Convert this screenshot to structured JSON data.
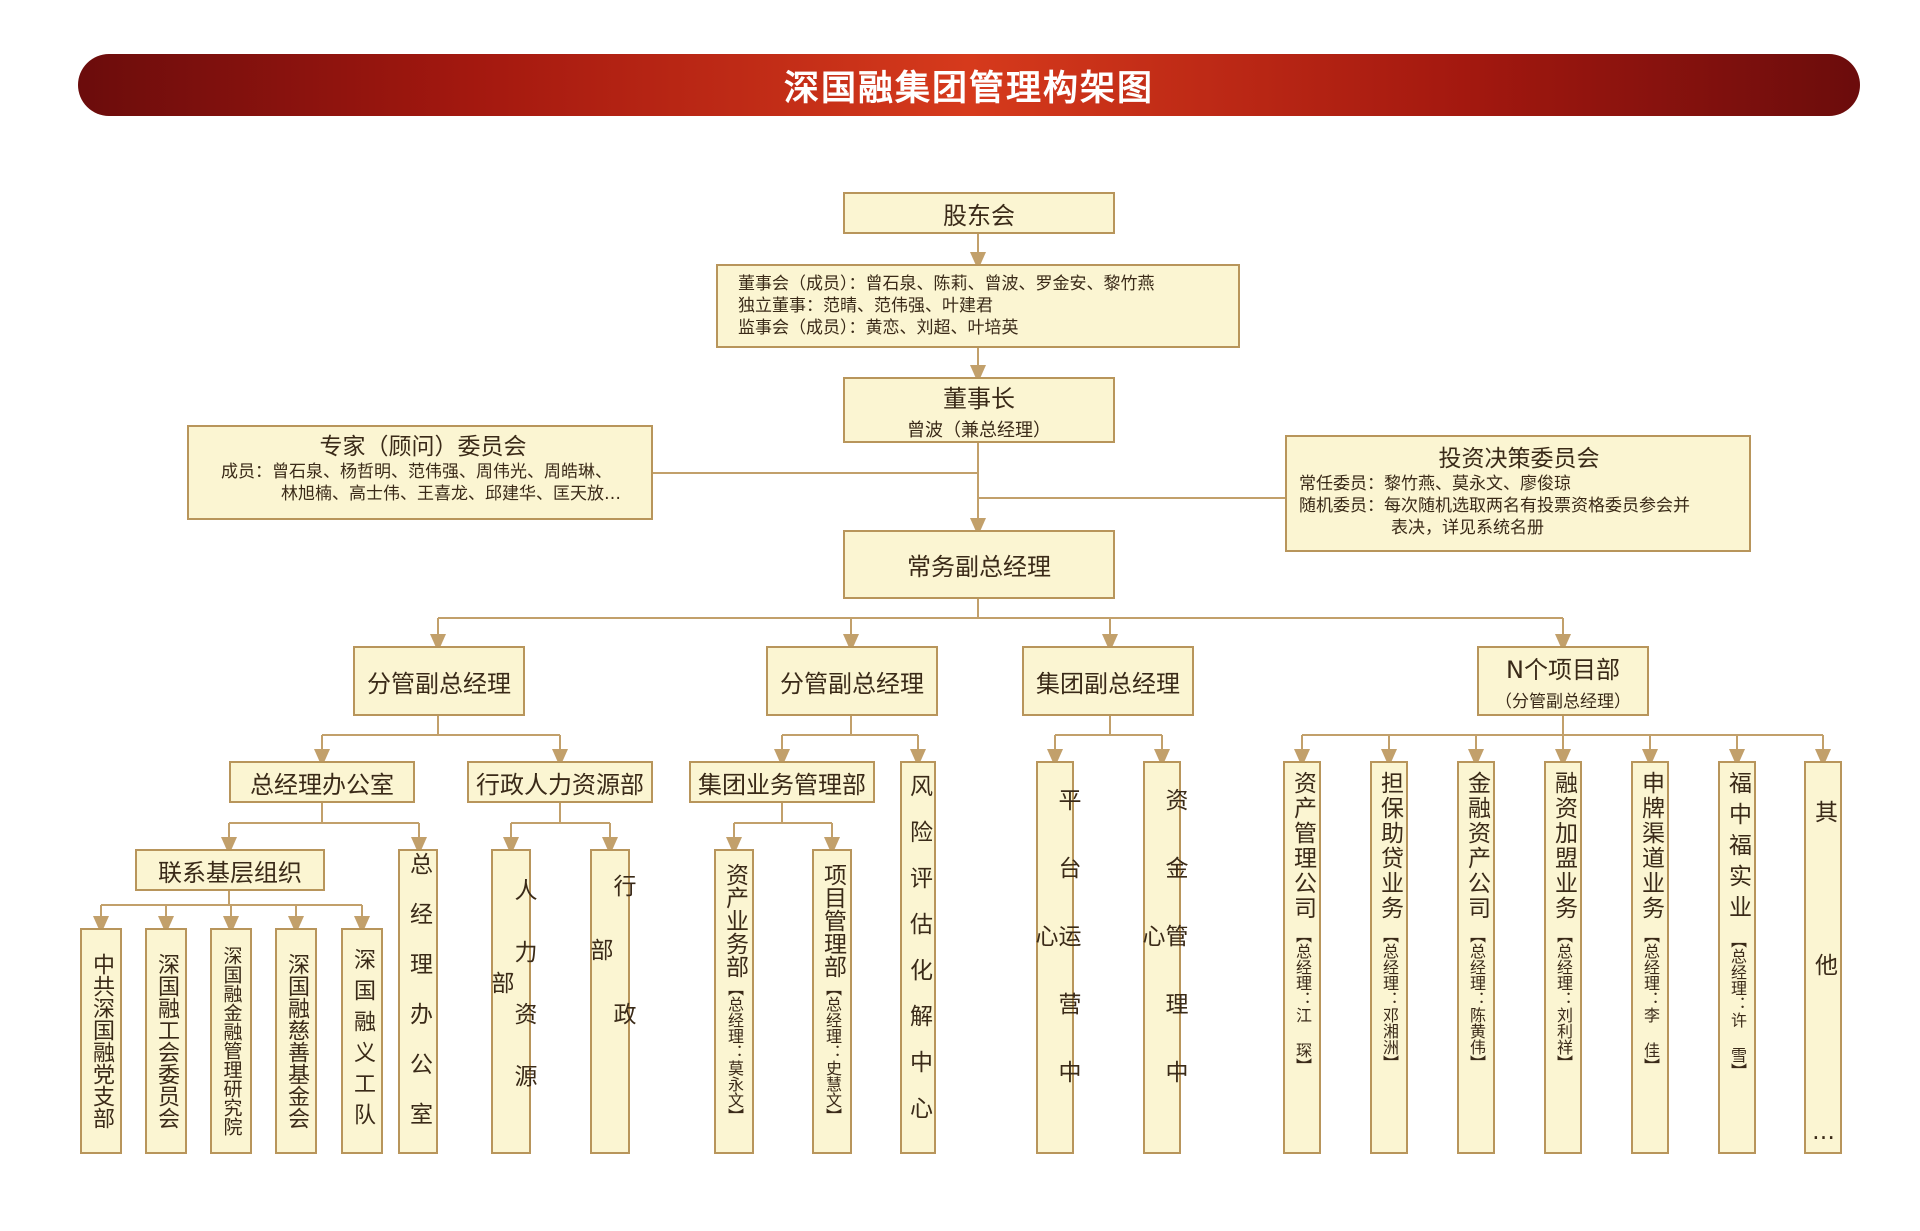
{
  "title": "深国融集团管理构架图",
  "nodes": {
    "shareholders": "股东会",
    "board": {
      "line1": "董事会（成员）：曾石泉、陈莉、曾波、罗金安、黎竹燕",
      "line2": "独立董事：范晴、范伟强、叶建君",
      "line3": "监事会（成员）：黄恋、刘超、叶培英"
    },
    "chairman": {
      "title": "董事长",
      "sub": "曾波（兼总经理）"
    },
    "experts": {
      "title": "专家（顾问）委员会",
      "line1": "成员：曾石泉、杨哲明、范伟强、周伟光、周皓琳、",
      "line2": "林旭楠、高士伟、王喜龙、邱建华、匡天放…"
    },
    "investment": {
      "title": "投资决策委员会",
      "line1": "常任委员：黎竹燕、莫永文、廖俊琼",
      "line2": "随机委员：每次随机选取两名有投票资格委员参会并",
      "line3": "表决，详见系统名册"
    },
    "executive_vp": "常务副总经理",
    "vp1": "分管副总经理",
    "vp2": "分管副总经理",
    "group_vp": "集团副总经理",
    "n_projects": {
      "title": "N个项目部",
      "sub": "（分管副总经理）"
    },
    "gm_office": "总经理办公室",
    "hr_admin": "行政人力资源部",
    "liaison": "联系基层组织",
    "party_branch": "中共深国融党支部",
    "union": "深国融工会委员会",
    "research": "深国融金融管理研究院",
    "charity": "深国融慈善基金会",
    "volunteer": "深国融义工队",
    "gm_office_v": "总经理办公室",
    "hr_dept": "人力资源部",
    "admin_dept": "行政部",
    "group_biz": "集团业务管理部",
    "asset_biz": {
      "title": "资产业务部",
      "sub": "【总经理：莫永文】"
    },
    "project_mgmt": {
      "title": "项目管理部",
      "sub": "【总经理：史慧文】"
    },
    "risk": "风险评估化解中心",
    "platform": "平台运营中心",
    "capital": "资金管理中心",
    "asset_company": {
      "title": "资产管理公司",
      "sub": "【总经理：江 琛】"
    },
    "guarantee": {
      "title": "担保助贷业务",
      "sub": "【总经理：邓湘洲】"
    },
    "fin_asset": {
      "title": "金融资产公司",
      "sub": "【总经理：陈黄伟】"
    },
    "franchise": {
      "title": "融资加盟业务",
      "sub": "【总经理：刘利祥】"
    },
    "license": {
      "title": "申牌渠道业务",
      "sub": "【总经理：李 佳】"
    },
    "fuzhongfu": {
      "title": "福中福实业",
      "sub": "【总经理：许 雪】"
    },
    "others": {
      "title": "其他",
      "dots": "…"
    }
  },
  "colors": {
    "banner": "#b0200f",
    "box_fill": "#fbf5d2",
    "box_border": "#b8955b",
    "line": "#c2a06b"
  }
}
